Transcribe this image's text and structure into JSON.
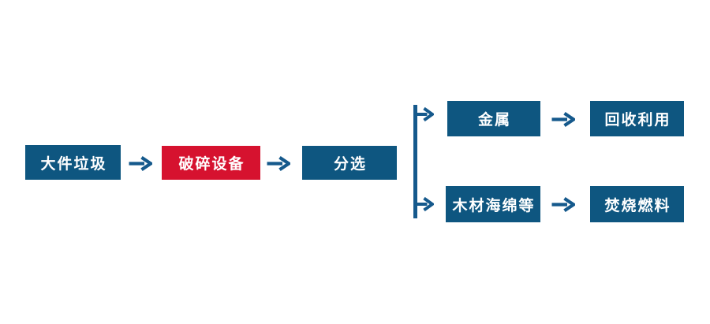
{
  "colors": {
    "background": "#FFFFFF",
    "node_blue": "#0E5680",
    "node_red": "#D6122F",
    "arrow_blue": "#15598C",
    "label_text": "#FFFFFF"
  },
  "icons": {
    "flow_arrow_glyph": "→"
  },
  "flowchart": {
    "main_nodes": [
      {
        "label": "大件垃圾",
        "color": "blue"
      },
      {
        "label": "破碎设备",
        "color": "red"
      },
      {
        "label": "分选",
        "color": "blue"
      }
    ],
    "branches": [
      {
        "output_label": "金属",
        "result_label": "回收利用"
      },
      {
        "output_label": "木材海绵等",
        "result_label": "焚烧燃料"
      }
    ]
  }
}
